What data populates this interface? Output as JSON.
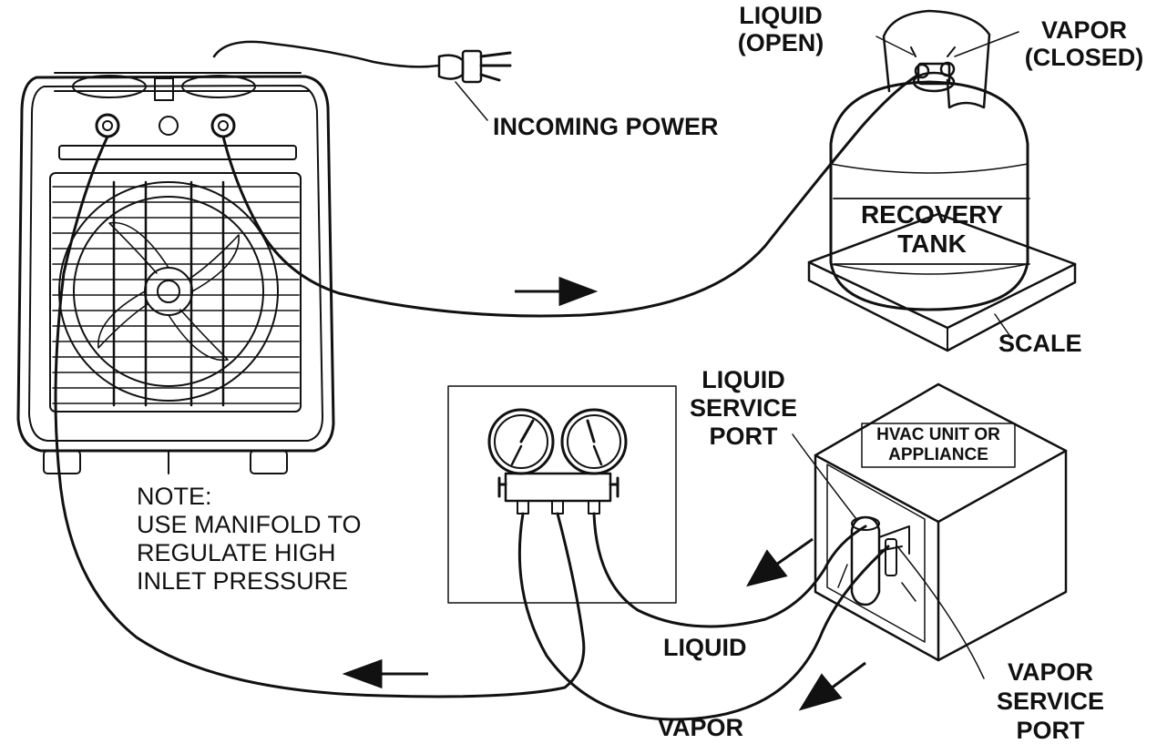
{
  "labels": {
    "incoming_power": "INCOMING POWER",
    "liquid_open_1": "LIQUID",
    "liquid_open_2": "(OPEN)",
    "vapor_closed_1": "VAPOR",
    "vapor_closed_2": "(CLOSED)",
    "recovery_tank_1": "RECOVERY",
    "recovery_tank_2": "TANK",
    "scale": "SCALE",
    "liquid_service_port_1": "LIQUID",
    "liquid_service_port_2": "SERVICE",
    "liquid_service_port_3": "PORT",
    "hvac_1": "HVAC UNIT OR",
    "hvac_2": "APPLIANCE",
    "liquid": "LIQUID",
    "vapor": "VAPOR",
    "vapor_service_port_1": "VAPOR",
    "vapor_service_port_2": "SERVICE",
    "vapor_service_port_3": "PORT"
  },
  "note": {
    "line1": "NOTE:",
    "line2": "USE MANIFOLD TO",
    "line3": "REGULATE HIGH",
    "line4": "INLET PRESSURE"
  },
  "colors": {
    "ink": "#111111",
    "background": "#ffffff"
  },
  "icons": [
    "plug-icon",
    "flow-arrow-icon"
  ]
}
